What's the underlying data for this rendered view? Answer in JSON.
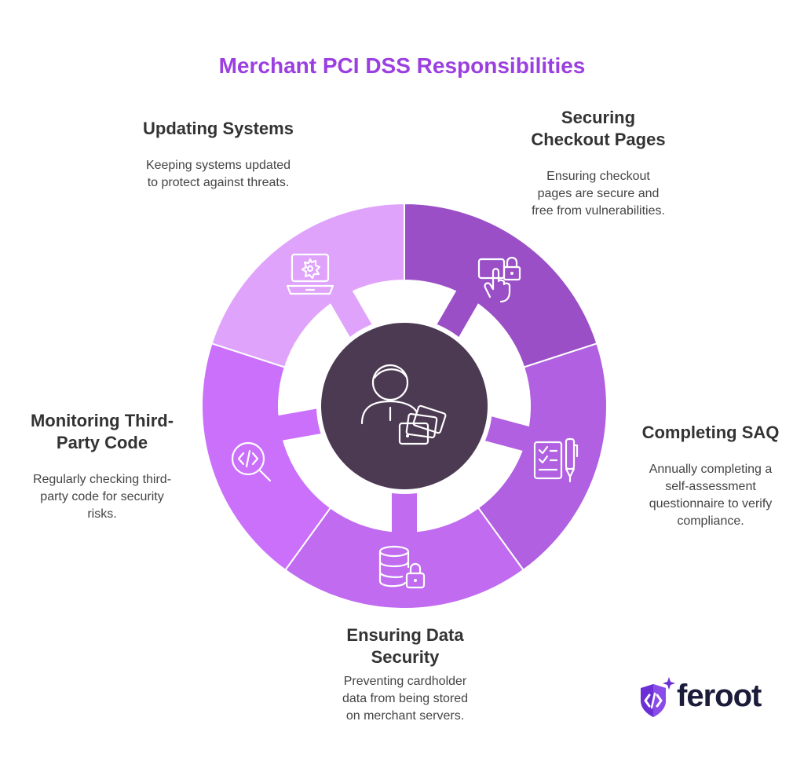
{
  "title": "Merchant PCI DSS Responsibilities",
  "colors": {
    "title": "#9b3fe0",
    "hub": "#4b3a52",
    "gap": "#ffffff",
    "icon_stroke": "#ffffff",
    "segments": [
      "#9a4fc7",
      "#b060e0",
      "#c16cf0",
      "#ca70fb",
      "#dfa3fb"
    ]
  },
  "hub_icon": "user-with-cards-icon",
  "segments": [
    {
      "key": "checkout",
      "icon": "touch-lock-icon",
      "heading": [
        "Securing",
        "Checkout Pages"
      ],
      "text": [
        "Ensuring checkout",
        "pages are secure and",
        "free from vulnerabilities."
      ]
    },
    {
      "key": "saq",
      "icon": "checklist-pen-icon",
      "heading": [
        "Completing SAQ"
      ],
      "text": [
        "Annually completing a",
        "self-assessment",
        "questionnaire to verify",
        "compliance."
      ]
    },
    {
      "key": "data",
      "icon": "database-lock-icon",
      "heading": [
        "Ensuring Data",
        "Security"
      ],
      "text": [
        "Preventing cardholder",
        "data from being stored",
        "on merchant servers."
      ]
    },
    {
      "key": "thirdparty",
      "icon": "code-search-icon",
      "heading": [
        "Monitoring Third-",
        "Party Code"
      ],
      "text": [
        "Regularly checking third-",
        "party code for security",
        "risks."
      ]
    },
    {
      "key": "updating",
      "icon": "laptop-gear-icon",
      "heading": [
        "Updating Systems"
      ],
      "text": [
        "Keeping systems updated",
        "to protect against threats."
      ]
    }
  ],
  "brand": {
    "name": "feroot",
    "logo_icon": "shield-code-sparkle-icon",
    "color": "#6b2fd6"
  }
}
